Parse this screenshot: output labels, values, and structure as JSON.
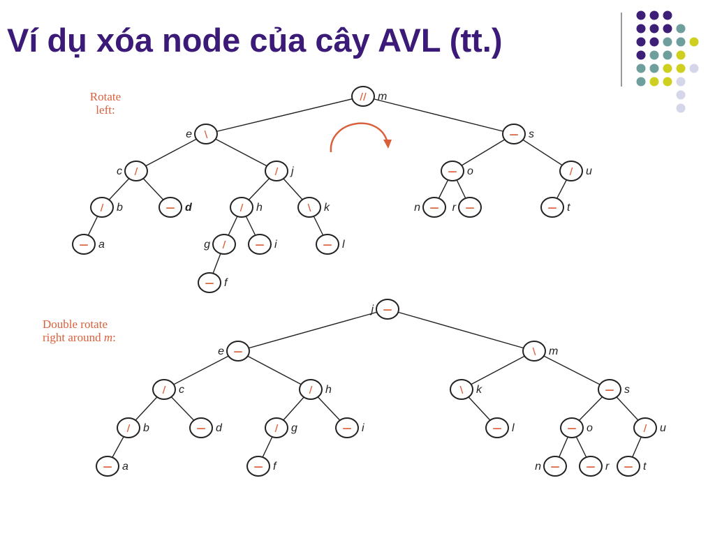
{
  "title": "Ví dụ xóa node của cây AVL (tt.)",
  "captions": {
    "top_line1": "Rotate",
    "top_line2": "left:",
    "bottom_line1": "Double rotate",
    "bottom_line2_prefix": "right around ",
    "bottom_line2_var": "m",
    "bottom_line2_suffix": ":"
  },
  "colors": {
    "title": "#3b1a78",
    "accent": "#d9603b",
    "dot_purple": "#3e1f78",
    "dot_teal": "#6f9f9c",
    "dot_yellow": "#cfcf1f",
    "dot_lavender": "#d6d6ea"
  },
  "trees": {
    "top": {
      "nodes": [
        {
          "id": "m",
          "label": "m",
          "balance": "//"
        },
        {
          "id": "e",
          "label": "e",
          "balance": "\\"
        },
        {
          "id": "s",
          "label": "s",
          "balance": "—"
        },
        {
          "id": "c",
          "label": "c",
          "balance": "/"
        },
        {
          "id": "j",
          "label": "j",
          "balance": "/"
        },
        {
          "id": "o",
          "label": "o",
          "balance": "—"
        },
        {
          "id": "u",
          "label": "u",
          "balance": "/"
        },
        {
          "id": "b",
          "label": "b",
          "balance": "/"
        },
        {
          "id": "d",
          "label": "d",
          "balance": "—",
          "bold": true
        },
        {
          "id": "h",
          "label": "h",
          "balance": "/"
        },
        {
          "id": "k",
          "label": "k",
          "balance": "\\"
        },
        {
          "id": "n",
          "label": "n",
          "balance": "—"
        },
        {
          "id": "r",
          "label": "r",
          "balance": "—"
        },
        {
          "id": "t",
          "label": "t",
          "balance": "—"
        },
        {
          "id": "a",
          "label": "a",
          "balance": "—"
        },
        {
          "id": "g",
          "label": "g",
          "balance": "/"
        },
        {
          "id": "i",
          "label": "i",
          "balance": "—"
        },
        {
          "id": "l",
          "label": "l",
          "balance": "—"
        },
        {
          "id": "f",
          "label": "f",
          "balance": "—"
        }
      ],
      "edges": [
        [
          "m",
          "e"
        ],
        [
          "m",
          "s"
        ],
        [
          "e",
          "c"
        ],
        [
          "e",
          "j"
        ],
        [
          "s",
          "o"
        ],
        [
          "s",
          "u"
        ],
        [
          "c",
          "b"
        ],
        [
          "c",
          "d"
        ],
        [
          "j",
          "h"
        ],
        [
          "j",
          "k"
        ],
        [
          "o",
          "n"
        ],
        [
          "o",
          "r"
        ],
        [
          "u",
          "t"
        ],
        [
          "b",
          "a"
        ],
        [
          "h",
          "g"
        ],
        [
          "h",
          "i"
        ],
        [
          "k",
          "l"
        ],
        [
          "g",
          "f"
        ]
      ]
    },
    "bottom": {
      "nodes": [
        {
          "id": "j",
          "label": "j",
          "balance": "—"
        },
        {
          "id": "e",
          "label": "e",
          "balance": "—"
        },
        {
          "id": "m",
          "label": "m",
          "balance": "\\"
        },
        {
          "id": "c",
          "label": "c",
          "balance": "/"
        },
        {
          "id": "h",
          "label": "h",
          "balance": "/"
        },
        {
          "id": "k",
          "label": "k",
          "balance": "\\"
        },
        {
          "id": "s",
          "label": "s",
          "balance": "—"
        },
        {
          "id": "b",
          "label": "b",
          "balance": "/"
        },
        {
          "id": "d",
          "label": "d",
          "balance": "—"
        },
        {
          "id": "g",
          "label": "g",
          "balance": "/"
        },
        {
          "id": "i",
          "label": "i",
          "balance": "—"
        },
        {
          "id": "l",
          "label": "l",
          "balance": "—"
        },
        {
          "id": "o",
          "label": "o",
          "balance": "—"
        },
        {
          "id": "u",
          "label": "u",
          "balance": "/"
        },
        {
          "id": "a",
          "label": "a",
          "balance": "—"
        },
        {
          "id": "f",
          "label": "f",
          "balance": "—"
        },
        {
          "id": "n",
          "label": "n",
          "balance": "—"
        },
        {
          "id": "r",
          "label": "r",
          "balance": "—"
        },
        {
          "id": "t",
          "label": "t",
          "balance": "—"
        }
      ],
      "edges": [
        [
          "j",
          "e"
        ],
        [
          "j",
          "m"
        ],
        [
          "e",
          "c"
        ],
        [
          "e",
          "h"
        ],
        [
          "m",
          "k"
        ],
        [
          "m",
          "s"
        ],
        [
          "c",
          "b"
        ],
        [
          "c",
          "d"
        ],
        [
          "h",
          "g"
        ],
        [
          "h",
          "i"
        ],
        [
          "k",
          "l"
        ],
        [
          "s",
          "o"
        ],
        [
          "s",
          "u"
        ],
        [
          "b",
          "a"
        ],
        [
          "g",
          "f"
        ],
        [
          "o",
          "n"
        ],
        [
          "o",
          "r"
        ],
        [
          "u",
          "t"
        ]
      ]
    }
  }
}
